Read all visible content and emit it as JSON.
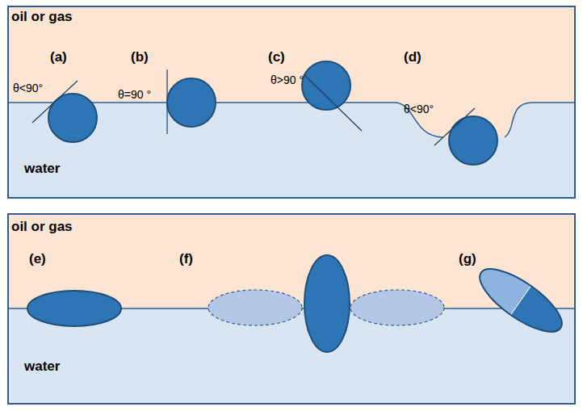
{
  "diagram": {
    "labels": [
      "oil or gas",
      "(a)",
      "(b)",
      "(c)",
      "(d)",
      "θ<90°",
      "θ=90 °",
      "θ>90 °",
      "θ<90°",
      "water",
      "oil or gas",
      "(e)",
      "(f)",
      "(g)",
      "water"
    ]
  }
}
